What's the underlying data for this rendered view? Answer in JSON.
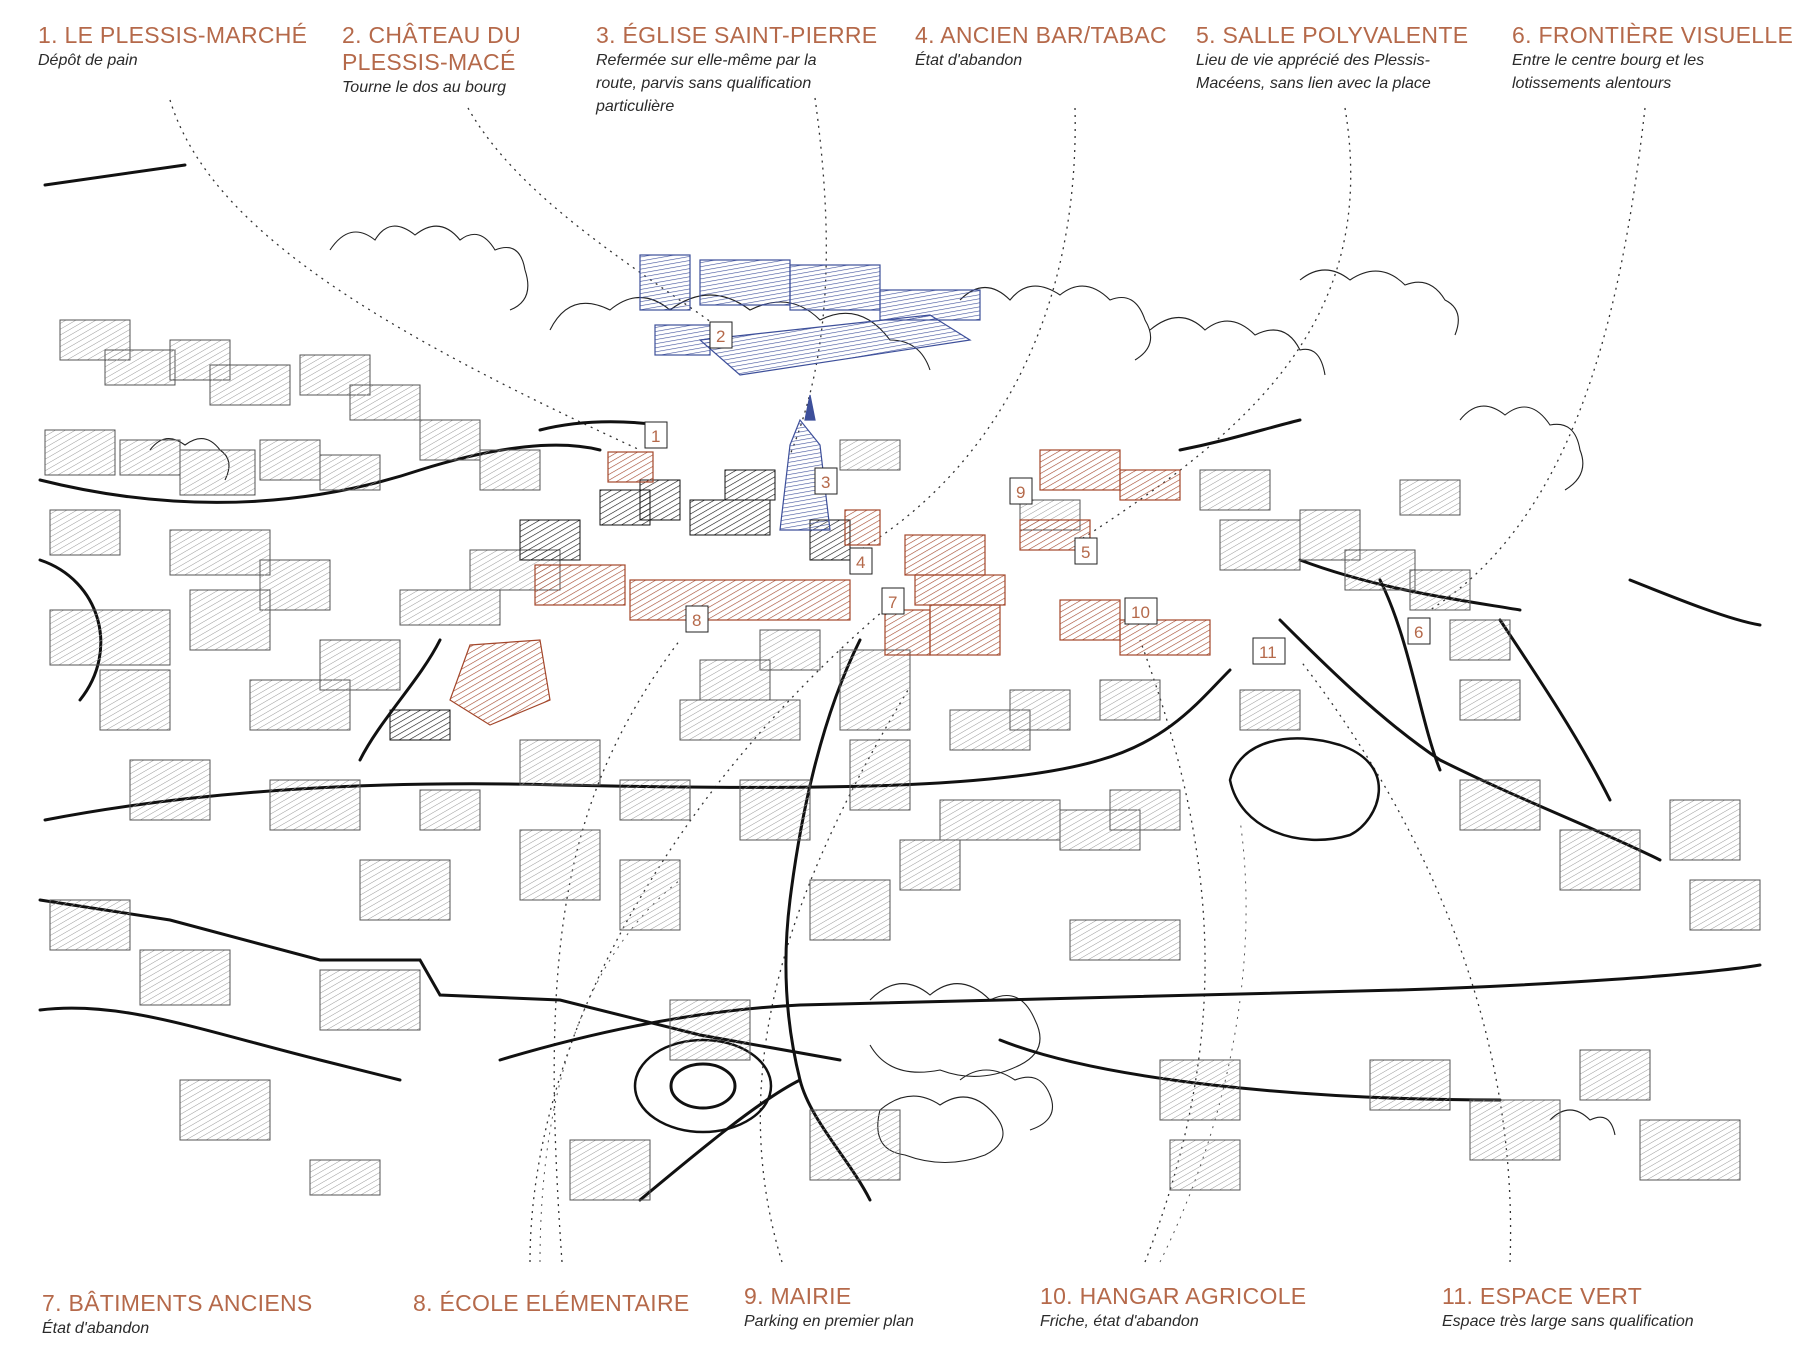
{
  "colors": {
    "accent": "#b5694a",
    "heritage": "#3d4f9a",
    "ink": "#111111",
    "grey": "#8a8a8a"
  },
  "labels": [
    {
      "id": "1",
      "title": "1. LE PLESSIS-MARCHÉ",
      "desc": "Dépôt de pain"
    },
    {
      "id": "2",
      "title": "2. CHÂTEAU DU\nPLESSIS-MACÉ",
      "desc": "Tourne le dos au bourg"
    },
    {
      "id": "3",
      "title": "3. ÉGLISE SAINT-PIERRE",
      "desc": "Refermée sur elle-même par la\nroute, parvis sans qualification\nparticulière"
    },
    {
      "id": "4",
      "title": "4. ANCIEN BAR/TABAC",
      "desc": "État d'abandon"
    },
    {
      "id": "5",
      "title": "5. SALLE POLYVALENTE",
      "desc": "Lieu de vie apprécié des Plessis-\nMacéens, sans lien avec la place"
    },
    {
      "id": "6",
      "title": "6. FRONTIÈRE VISUELLE",
      "desc": "Entre le centre bourg et les\nlotissements alentours"
    },
    {
      "id": "7",
      "title": "7. BÂTIMENTS ANCIENS",
      "desc": "État d'abandon"
    },
    {
      "id": "8",
      "title": "8. ÉCOLE ELÉMENTAIRE",
      "desc": ""
    },
    {
      "id": "9",
      "title": "9. MAIRIE",
      "desc": "Parking en premier plan"
    },
    {
      "id": "10",
      "title": "10. HANGAR AGRICOLE",
      "desc": "Friche, état d'abandon"
    },
    {
      "id": "11",
      "title": "11. ESPACE VERT",
      "desc": "Espace très large sans qualification"
    }
  ],
  "markers": [
    "1",
    "2",
    "3",
    "4",
    "5",
    "6",
    "7",
    "8",
    "9",
    "10",
    "11"
  ]
}
